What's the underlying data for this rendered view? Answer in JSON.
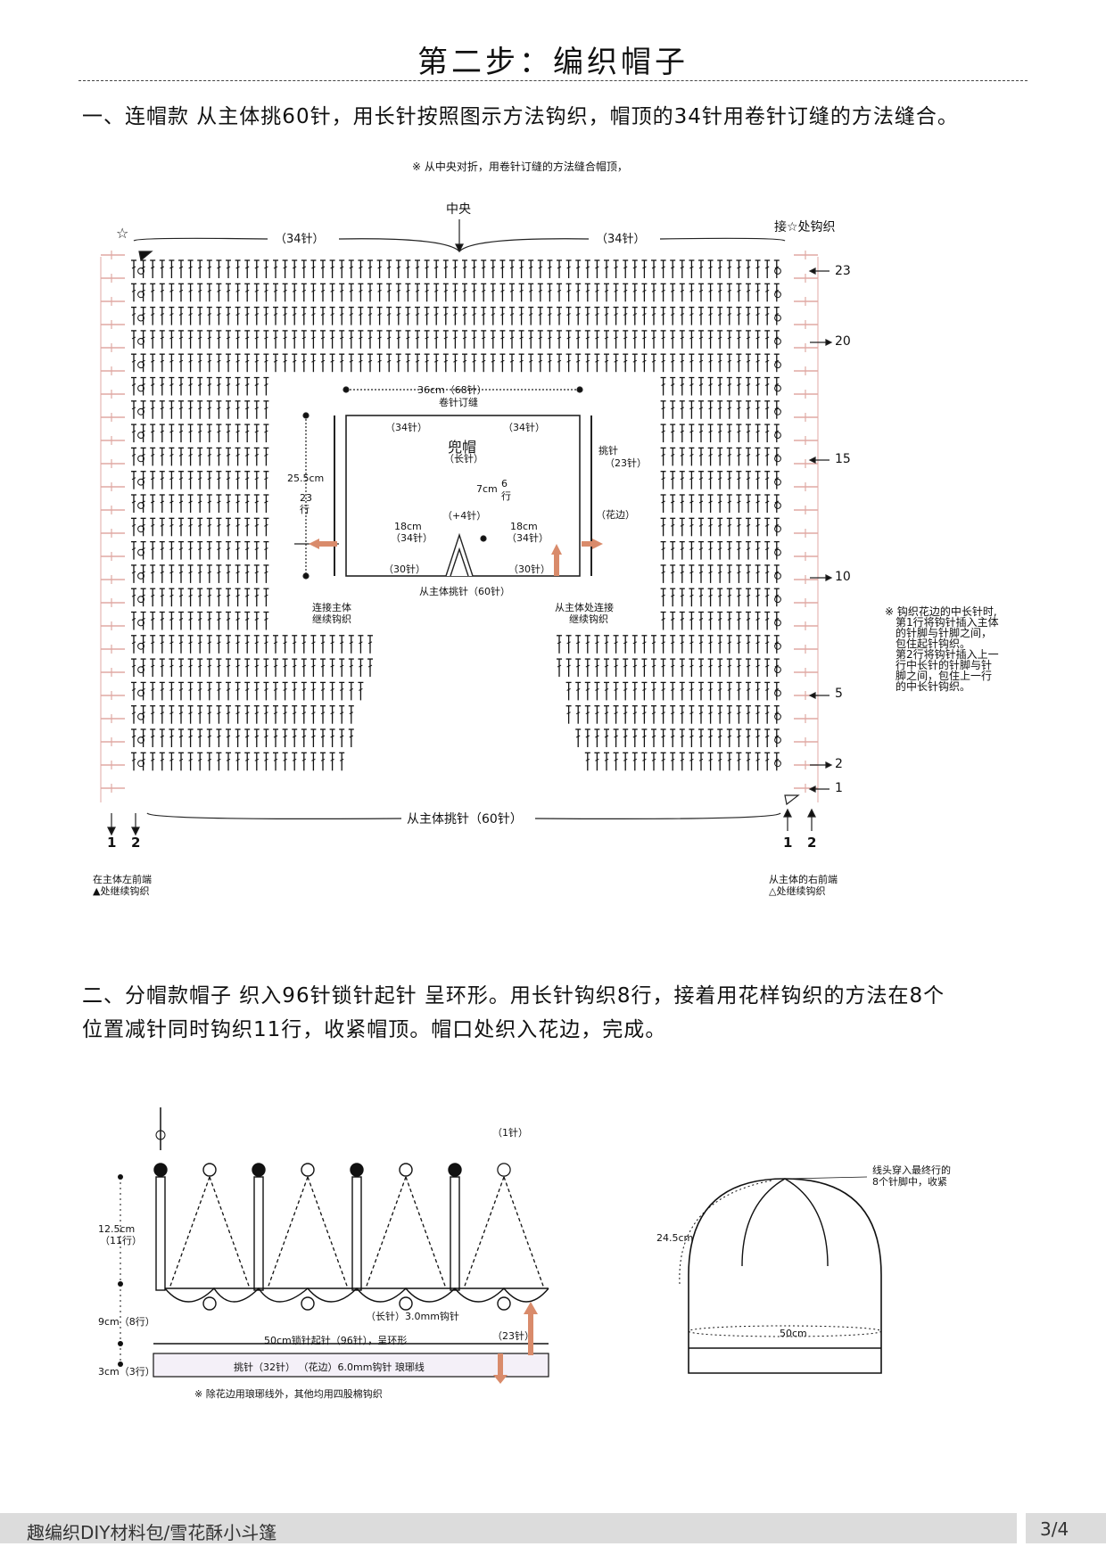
{
  "title": "第二步：编织帽子",
  "section1": {
    "text": "一、连帽款  从主体挑60针，用长针按照图示方法钩织，帽顶的34针用卷针订缝的方法缝合。",
    "top_note": "※ 从中央对折，用卷针订缝的方法缝合帽顶，",
    "center_label": "中央",
    "left_34": "（34针）",
    "right_34": "（34针）",
    "star": "☆",
    "star_join": "接☆处钩织",
    "rows": [
      "23",
      "20",
      "15",
      "10",
      "5",
      "2",
      "1"
    ],
    "bottom_pick": "从主体挑针（60针）",
    "left_nums": [
      "1",
      "2"
    ],
    "right_nums": [
      "1",
      "2"
    ],
    "left_note": [
      "在主体左前端",
      "▲处继续钩织"
    ],
    "right_note": [
      "从主体的右前端",
      "△处继续钩织"
    ],
    "side_note": [
      "※ 钩织花边的中长针时,",
      "第1行将钩针插入主体",
      "的针脚与针脚之间，",
      "包住起针钩织。",
      "第2行将钩针插入上一",
      "行中长针的针脚与针",
      "脚之间，包住上一行",
      "的中长针钩织。"
    ],
    "inner": {
      "width": "36cm（68针）",
      "seam": "卷针订缝",
      "l34": "（34针）",
      "r34": "（34针）",
      "hood": "兜帽",
      "hood_sub": "（长针）",
      "pick": "挑针",
      "pick23": "（23针）",
      "height": "25.5cm",
      "height_rows": [
        "23",
        "行"
      ],
      "h7": "7cm",
      "h7rows": [
        "6",
        "行"
      ],
      "plus4": "（+4针）",
      "w18l": "18cm",
      "w18l_st": "（34针）",
      "w18r": "18cm",
      "w18r_st": "（34针）",
      "edge": "（花边）",
      "l30": "（30针）",
      "r30": "（30针）",
      "pick60": "从主体挑针（60针）",
      "conn_left": [
        "连接主体",
        "继续钩织"
      ],
      "conn_right": [
        "从主体处连接",
        "继续钩织"
      ]
    }
  },
  "section2": {
    "text1": "二、分帽款帽子  织入96针锁针起针  呈环形。用长针钩织8行，接着用花样钩织的方法在8个",
    "text2": "位置减针同时钩织11行，收紧帽顶。帽口处织入花边，完成。",
    "one_st": "（1针）",
    "h125": "12.5cm",
    "h125rows": "（11行）",
    "h9": "9cm（8行）",
    "h3": "3cm（3行）",
    "chain": "50cm锁针起针（96针），呈环形",
    "changzhen": "（长针）3.0mm钩针",
    "st23": "（23针）",
    "pickrow": "挑针（32针）   （花边）6.0mm钩针 琅琊线",
    "bottom_note": "※  除花边用琅琊线外，其他均用四股棉钩织",
    "hat_note": [
      "线头穿入最终行的",
      "8个针脚中，收紧"
    ],
    "hat_h": "24.5cm",
    "hat_w": "50cm"
  },
  "footer": {
    "text": "趣编织DIY材料包/雪花酥小斗篷",
    "page": "3/4"
  },
  "colors": {
    "pink_edge": "#e0a9a4",
    "arrow_orange": "#d98b6b",
    "footer_bg": "#dcdcdc"
  }
}
